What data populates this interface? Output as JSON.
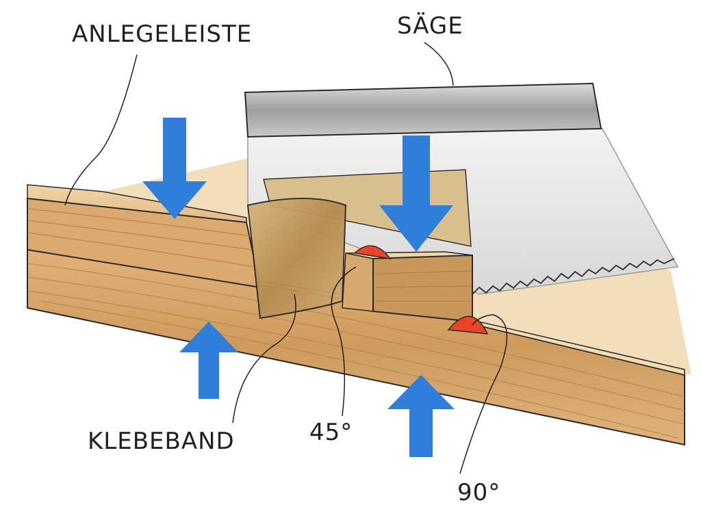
{
  "labels": {
    "fence": "ANLEGELEISTE",
    "saw": "SÄGE",
    "tape": "KLEBEBAND",
    "angle_45": "45°",
    "angle_90": "90°"
  },
  "colors": {
    "arrow": "#2f7fd8",
    "wedge": "#e8442a",
    "wood_light": "#e9c896",
    "wood_mid": "#d3a26a",
    "wood_dark": "#b98549",
    "saw_blade": "#e4e4e4",
    "saw_back": "#bfbfbf",
    "tape": "#c9a36a",
    "ink": "#1f1f1f"
  },
  "arrows": [
    {
      "name": "fence-down-arrow",
      "direction": "down"
    },
    {
      "name": "saw-down-arrow",
      "direction": "down"
    },
    {
      "name": "board-up-arrow-left",
      "direction": "up"
    },
    {
      "name": "board-up-arrow-right",
      "direction": "up"
    }
  ]
}
